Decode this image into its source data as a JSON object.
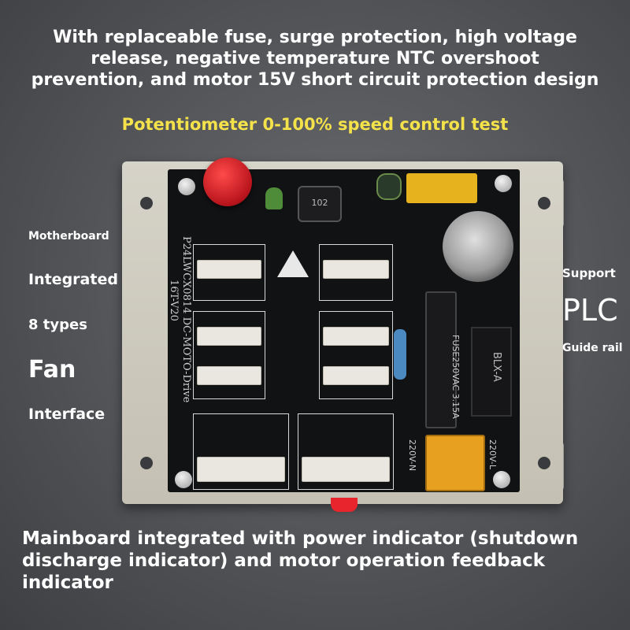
{
  "headline": {
    "line1": "With replaceable fuse, surge protection, high voltage",
    "line2": "release, negative temperature NTC overshoot",
    "line3": "prevention, and motor 15V short circuit protection design"
  },
  "subline": "Potentiometer 0-100% speed control test",
  "left_labels": {
    "l1": "Motherboard",
    "l2": "Integrated",
    "l3": "8 types",
    "l4": "Fan",
    "l5": "Interface"
  },
  "right_labels": {
    "r1": "Support",
    "r2": "PLC",
    "r3": "Guide rail"
  },
  "bottom_caption": {
    "line1": "Mainboard integrated with power indicator (shutdown",
    "line2": "discharge indicator) and motor operation feedback",
    "line3": "indicator"
  },
  "board": {
    "model": "P24LWCX0814 DC-MOTO-Drive",
    "version": "16T-V20",
    "fuse": "FUSE250VAC 3.15A",
    "inductor": "102",
    "terminal_left": "220V-N",
    "terminal_right": "220V-L",
    "relay": "BLX-A"
  },
  "colors": {
    "text": "#ffffff",
    "subline": "#f4e24a",
    "pcb": "#111214",
    "mount": "#c9c6ba",
    "knob": "#d8212a"
  }
}
